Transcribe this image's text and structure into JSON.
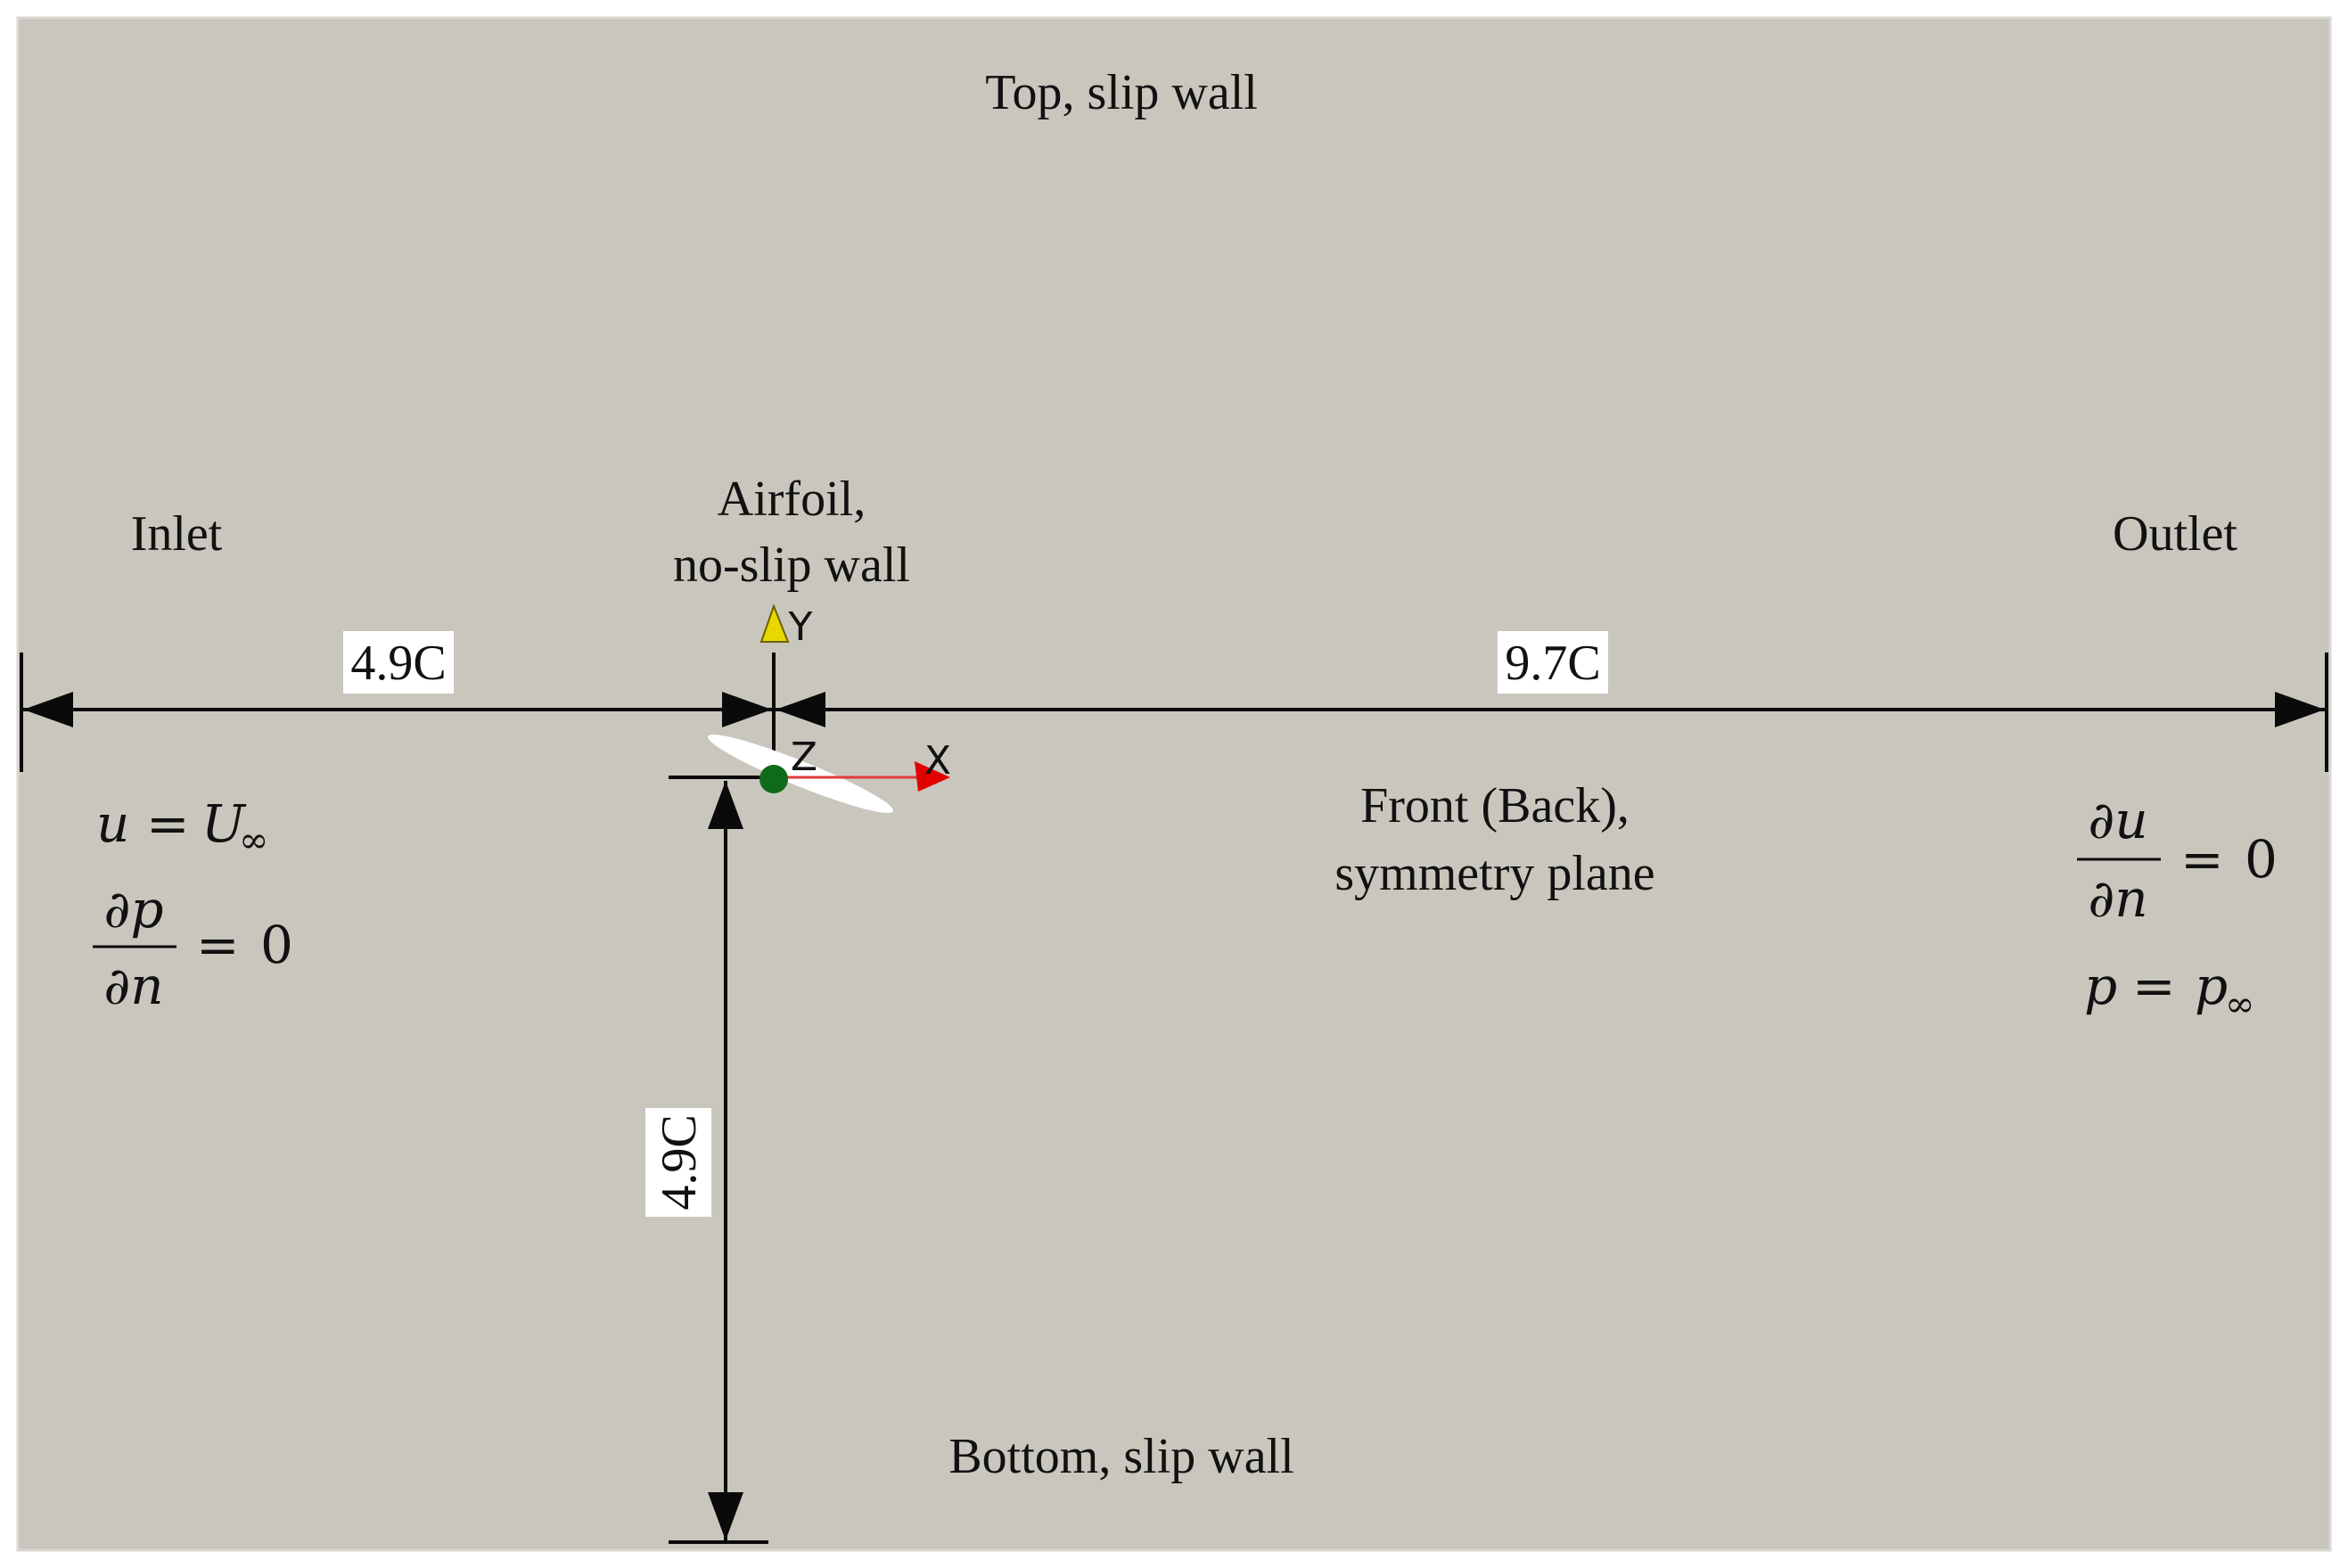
{
  "colors": {
    "domain_fill": "#c9c6bd",
    "domain_border": "#d9d7d2",
    "line": "#0a0a0a",
    "label_box": "#ffffff",
    "y_axis_arrow": "#e8d800",
    "x_axis_arrow": "#e00000",
    "x_axis_line": "#e23a3a",
    "origin_dot": "#0f6a1a",
    "airfoil": "#ffffff"
  },
  "boundaries": {
    "top": "Top, slip wall",
    "bottom": "Bottom, slip wall",
    "inlet": "Inlet",
    "outlet": "Outlet",
    "airfoil_line1": "Airfoil,",
    "airfoil_line2": "no-slip wall",
    "front_line1": "Front (Back),",
    "front_line2": "symmetry plane"
  },
  "dimensions": {
    "upstream": "4.9C",
    "downstream": "9.7C",
    "vertical": "4.9C"
  },
  "axes": {
    "y": "Y",
    "z": "Z",
    "x": "X"
  },
  "inlet_conditions": {
    "velocity_lhs": "u",
    "equals": "=",
    "velocity_rhs": "U",
    "subscript": "∞",
    "pressure_num": "∂p",
    "pressure_den": "∂n",
    "pressure_rhs": "0"
  },
  "outlet_conditions": {
    "velocity_num": "∂u",
    "velocity_den": "∂n",
    "velocity_rhs": "0",
    "pressure_lhs": "p",
    "equals": "=",
    "pressure_rhs": "p",
    "subscript": "∞"
  }
}
